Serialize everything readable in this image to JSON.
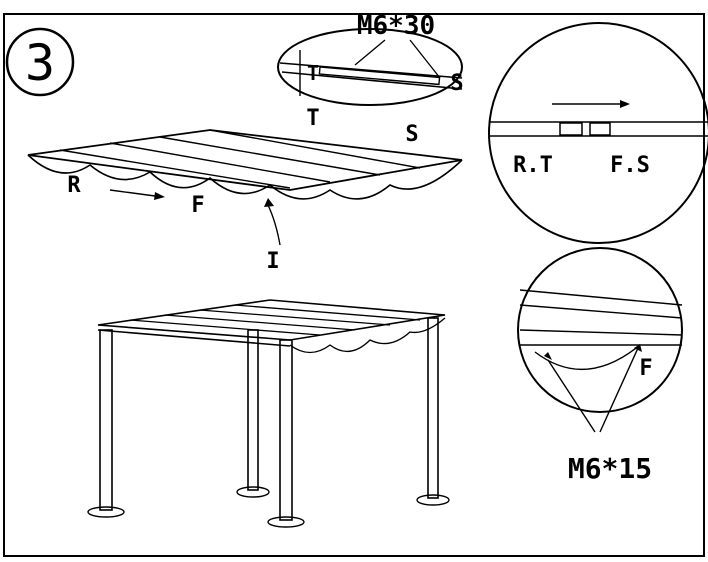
{
  "step": {
    "number": "3"
  },
  "labels": {
    "screw_top": "M6*30",
    "screw_bottom": "M6*15",
    "t_detail": "T",
    "s_detail": "S",
    "t_canopy": "T",
    "s_canopy": "S",
    "r_canopy": "R",
    "f_canopy": "F",
    "i_canopy": "I",
    "rt_circle": "R.T",
    "fs_circle": "F.S",
    "f_detail": "F"
  },
  "colors": {
    "line": "#000000",
    "background": "#ffffff",
    "frame_fill": "#e9e9e9"
  }
}
